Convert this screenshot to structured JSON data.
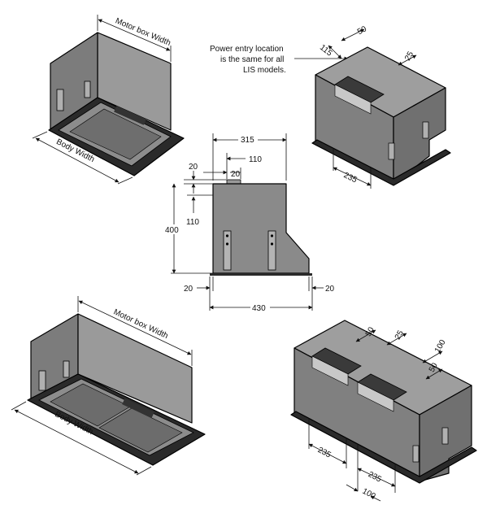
{
  "note": {
    "line1": "Power entry location",
    "line2": "is the same for all",
    "line3": "LIS models."
  },
  "labels": {
    "motor_box_width": "Motor box Width",
    "body_width": "Body Width"
  },
  "front_view": {
    "w315": "315",
    "w110": "110",
    "d20_top": "20",
    "d20_mid": "20",
    "h110": "110",
    "h400": "400",
    "d20_left": "20",
    "d20_right": "20",
    "w430": "430"
  },
  "single_iso": {
    "d50": "50",
    "d115": "115",
    "d25": "25",
    "d235": "235"
  },
  "double_iso": {
    "d50": "50",
    "d25": "25",
    "d100a": "100",
    "d50b": "50",
    "d235a": "235",
    "d235b": "235",
    "d100b": "100"
  },
  "colors": {
    "body": "#8a8a8a",
    "body_light": "#a6a6a6",
    "body_dark": "#5a5a5a",
    "filter": "#6c6c6c",
    "frame": "#2a2a2a",
    "line": "#000000"
  }
}
